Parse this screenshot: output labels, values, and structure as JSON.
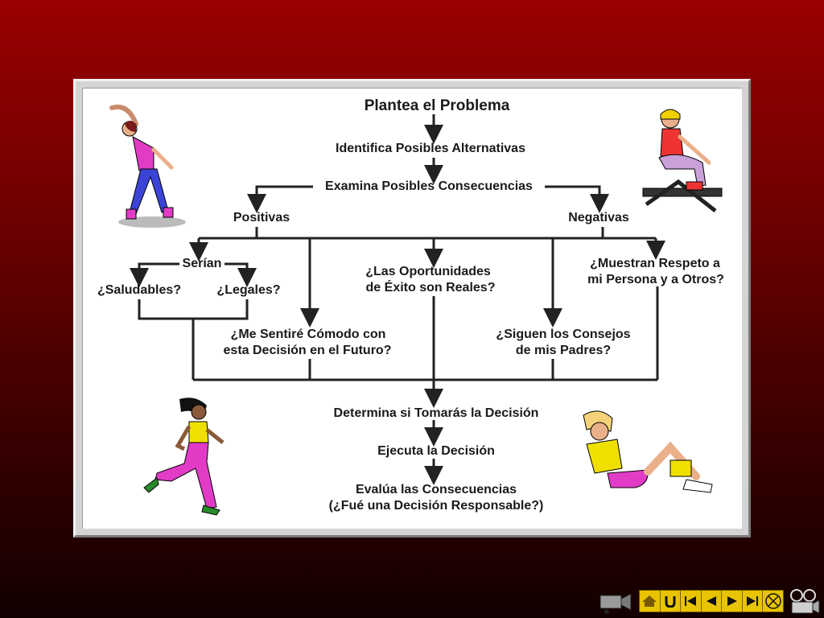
{
  "diagram": {
    "title": "Plantea el Problema",
    "step_identify": "Identifica Posibles Alternativas",
    "step_examine": "Examina Posibles Consecuencias",
    "positive": "Positivas",
    "negative": "Negativas",
    "would_be": "Serían",
    "healthy": "¿Saludables?",
    "legal": "¿Legales?",
    "chances_line1": "¿Las Oportunidades",
    "chances_line2": "de Éxito son Reales?",
    "respect_line1": "¿Muestran Respeto a",
    "respect_line2": "mi Persona y a Otros?",
    "comfortable_line1": "¿Me Sentiré Cómodo con",
    "comfortable_line2": "esta Decisión en el Futuro?",
    "parents_line1": "¿Siguen los Consejos",
    "parents_line2": "de mis Padres?",
    "determine": "Determina si Tomarás la Decisión",
    "execute": "Ejecuta la Decisión",
    "evaluate_line1": "Evalúa las Consecuencias",
    "evaluate_line2": "(¿Fué una Decisión Responsable?)"
  },
  "illustrations": {
    "top_left": "stretching-woman-illustration",
    "top_right": "rowing-woman-illustration",
    "bottom_left": "running-woman-illustration",
    "bottom_right": "situp-woman-illustration"
  },
  "navigation": {
    "buttons": [
      "home-icon",
      "return-icon",
      "first-slide-icon",
      "previous-icon",
      "next-icon",
      "last-slide-icon",
      "exit-icon"
    ]
  },
  "colors": {
    "background_top": "#9a0000",
    "background_bottom": "#120000",
    "panel": "#ffffff",
    "arrow": "#222222",
    "nav_bar": "#e8c400"
  }
}
